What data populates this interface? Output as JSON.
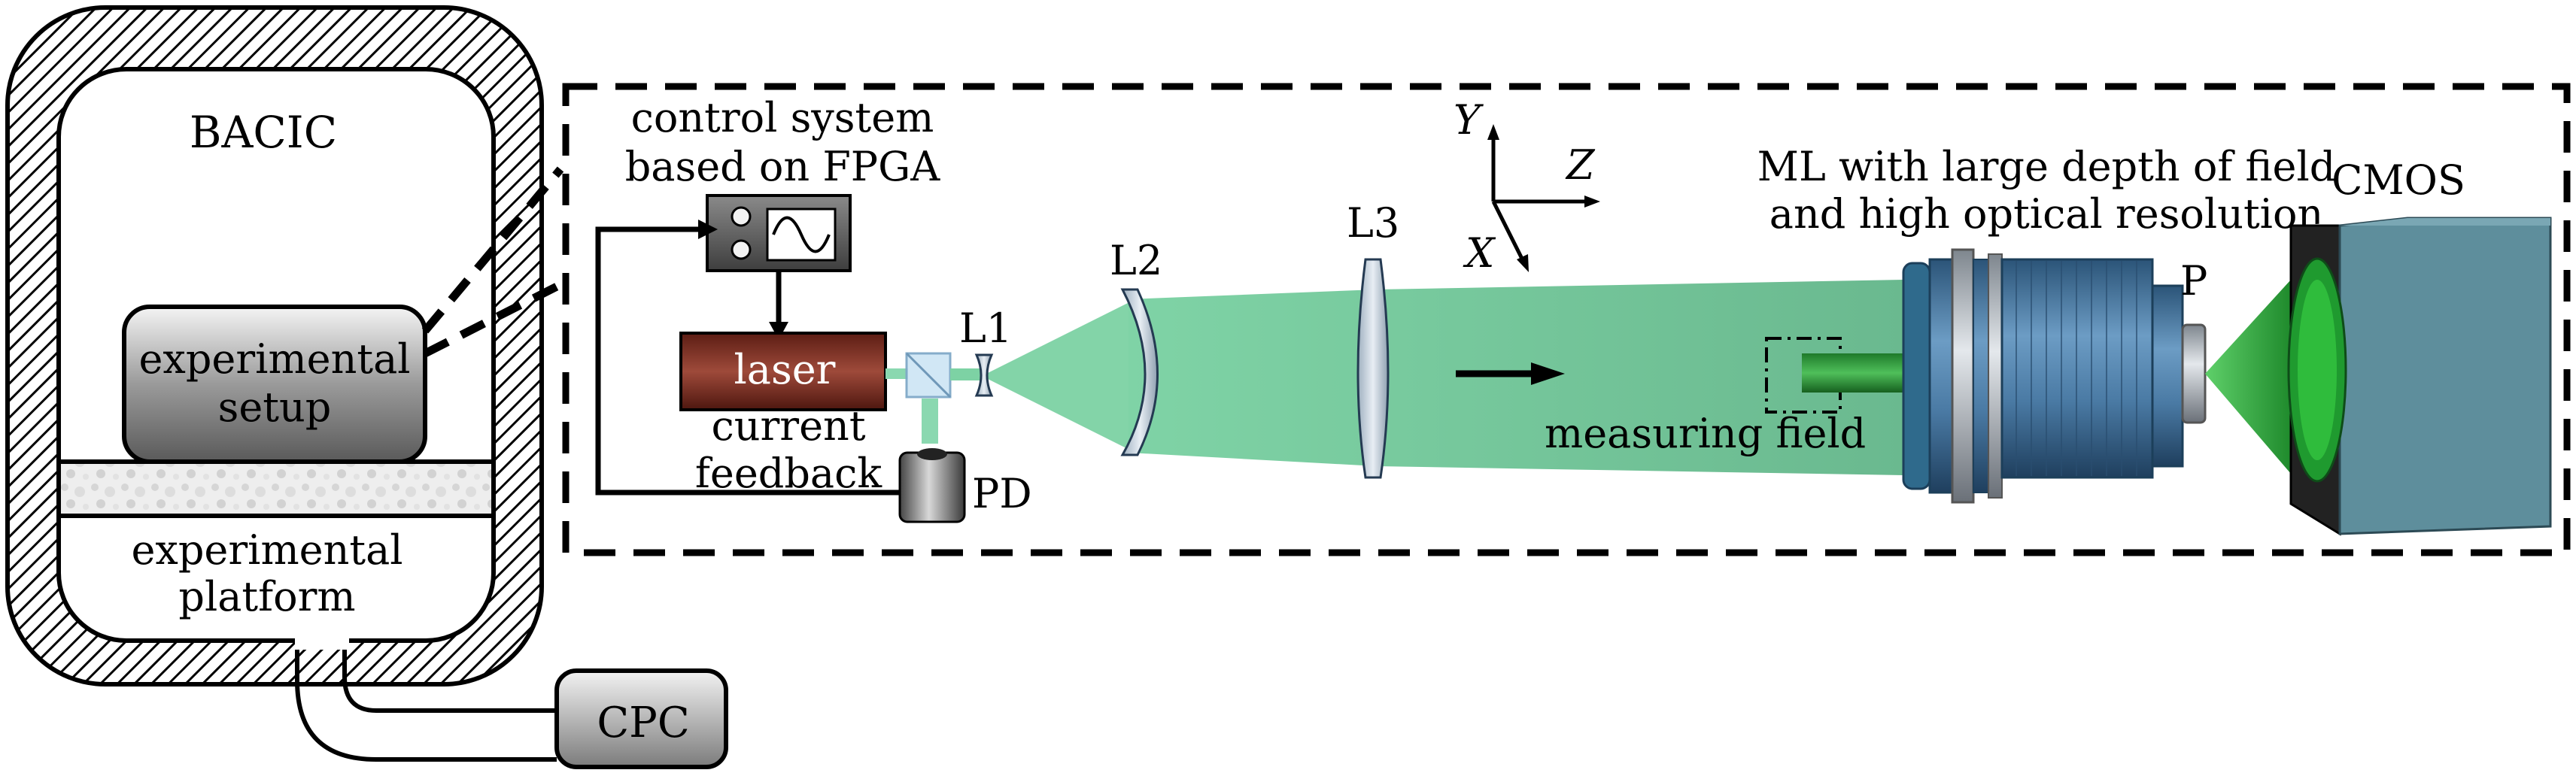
{
  "labels": {
    "bacic": "BACIC",
    "control_line1": "control system",
    "control_line2": "based on FPGA",
    "setup_line1": "experimental",
    "setup_line2": "setup",
    "platform_line1": "experimental",
    "platform_line2": "platform",
    "cpc": "CPC",
    "laser": "laser",
    "feedback_line1": "current",
    "feedback_line2": "feedback",
    "pd": "PD",
    "l1": "L1",
    "l2": "L2",
    "l3": "L3",
    "axis_y": "Y",
    "axis_z": "Z",
    "axis_x": "X",
    "ml_line1": "ML with large depth of field",
    "ml_line2": "and high optical resolution",
    "measuring_field": "measuring field",
    "p": "P",
    "cmos": "CMOS"
  },
  "colors": {
    "beam": "#6cc79a",
    "laser": "#7a2a1e",
    "objective": "#3c6e96",
    "camera": "#4f8090",
    "camera_cone": "#3faa4a",
    "hatch": "#000000"
  }
}
